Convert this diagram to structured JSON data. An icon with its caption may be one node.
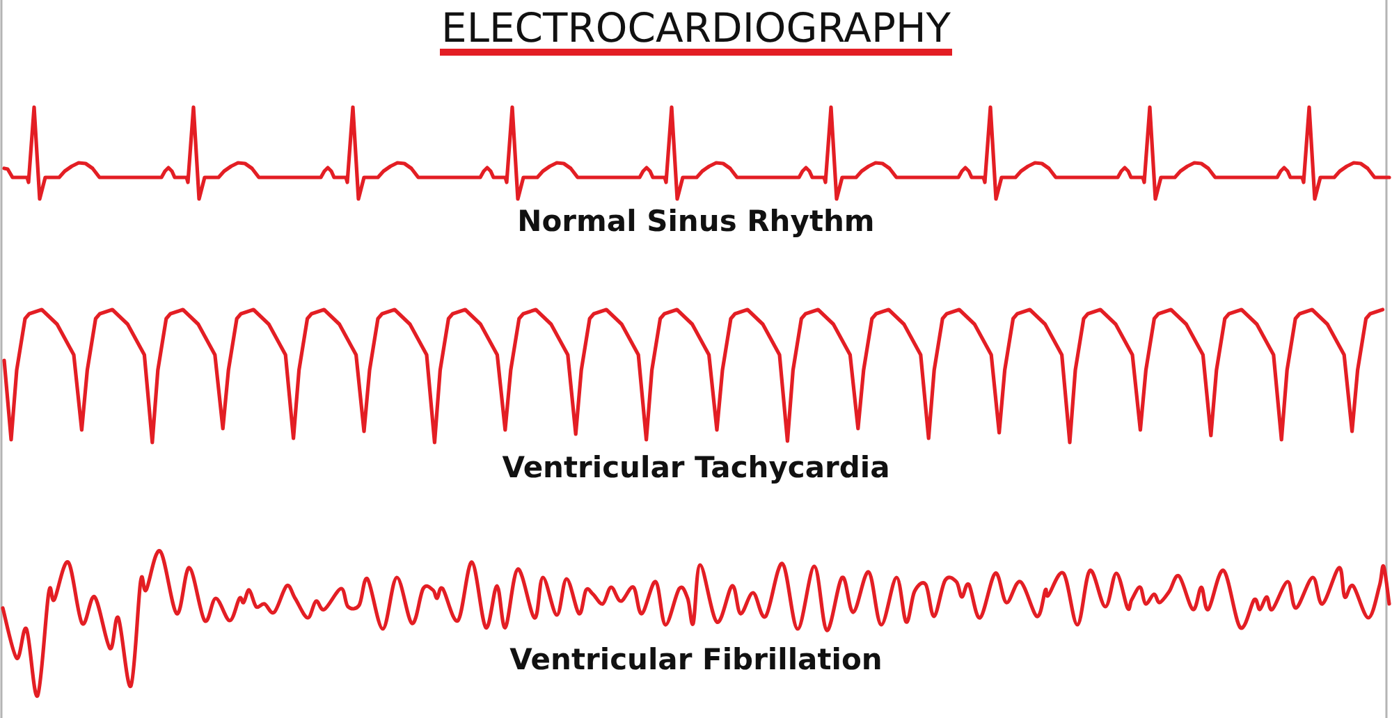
{
  "diagram": {
    "title": "ELECTROCARDIOGRAPHY",
    "labels": [
      "Normal Sinus Rhythm",
      "Ventricular Tachycardia",
      "Ventricular Fibrillation"
    ]
  }
}
